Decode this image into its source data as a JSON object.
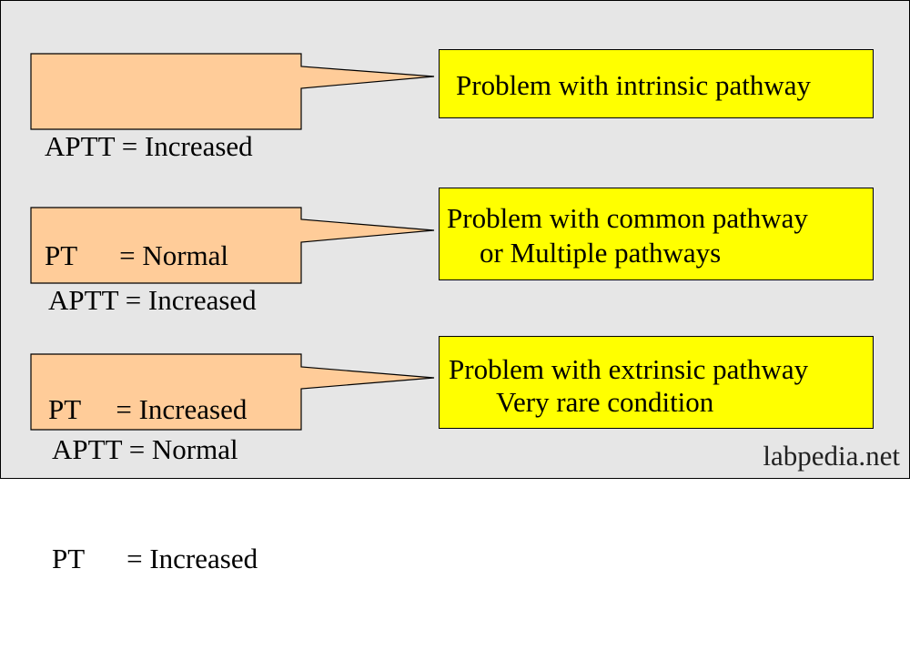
{
  "rows": [
    {
      "condition": [
        "APTT = Increased",
        "PT      = Normal"
      ],
      "result": [
        "Problem with intrinsic pathway"
      ]
    },
    {
      "condition": [
        "APTT = Increased",
        "PT     = Increased"
      ],
      "result": [
        "Problem with common pathway",
        "or Multiple pathways"
      ]
    },
    {
      "condition": [
        "APTT = Normal",
        "PT      = Increased"
      ],
      "result": [
        "Problem with extrinsic pathway",
        "Very rare condition"
      ]
    }
  ],
  "watermark": "labpedia.net",
  "colors": {
    "background": "#e6e6e6",
    "callout": "#ffcc99",
    "result": "#ffff00",
    "stroke": "#000000"
  }
}
